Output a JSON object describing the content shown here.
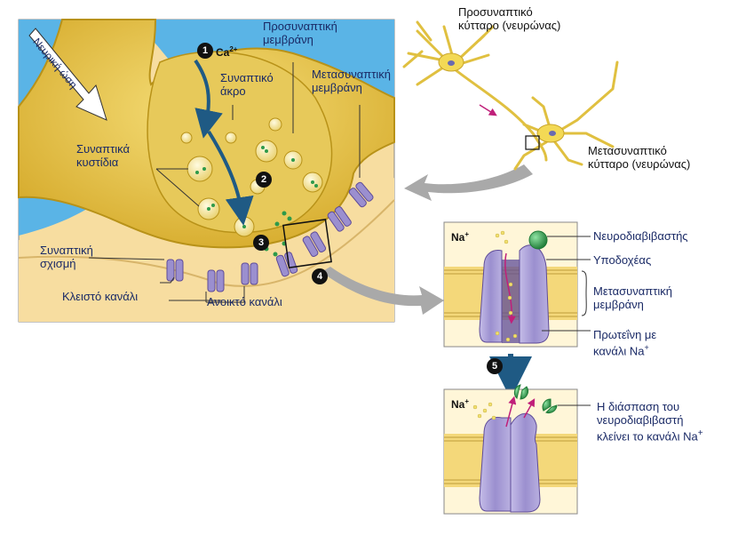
{
  "neurons": {
    "presynaptic_cell": "Προσυναπτικό\nκύτταρο (νευρώνας)",
    "postsynaptic_cell": "Μετασυναπτικό\nκύτταρο (νευρώνας)"
  },
  "synapse": {
    "impulse": "Νευρική ώση",
    "ca": "Ca",
    "ca_charge": "2+",
    "presynaptic_membrane": "Προσυναπτική\nμεμβράνη",
    "synaptic_terminal": "Συναπτικό\nάκρο",
    "postsynaptic_membrane": "Μετασυναπτική\nμεμβράνη",
    "vesicles": "Συναπτικά\nκυστίδια",
    "cleft": "Συναπτική\nσχισμή",
    "closed_channel": "Κλειστό κανάλι",
    "open_channel": "Ανοικτό κανάλι"
  },
  "steps": [
    "1",
    "2",
    "3",
    "4",
    "5"
  ],
  "channel_open": {
    "ion": "Na",
    "ion_charge": "+",
    "neurotransmitter": "Νευροδιαβιβαστής",
    "receptor": "Υποδοχέας",
    "membrane": "Μετασυναπτική\nμεμβράνη",
    "protein": "Πρωτεΐνη με\nκανάλι Na",
    "protein_charge": "+"
  },
  "channel_closed": {
    "ion": "Na",
    "ion_charge": "+",
    "caption": "Η διάσπαση του\nνευροδιαβιβαστή\nκλείνει το κανάλι Na",
    "caption_charge": "+"
  },
  "colors": {
    "bluebg": "#5ab4e6",
    "cream": "#f7dda0",
    "terminal": "#e6c23e",
    "terminal_dark": "#b89218",
    "channel": "#9b8fcf",
    "channel_dark": "#5e4b98",
    "neuro": "#2e9a4a",
    "arrow_dark": "#1f5a84",
    "grey_arrow": "#a9a9a9"
  }
}
